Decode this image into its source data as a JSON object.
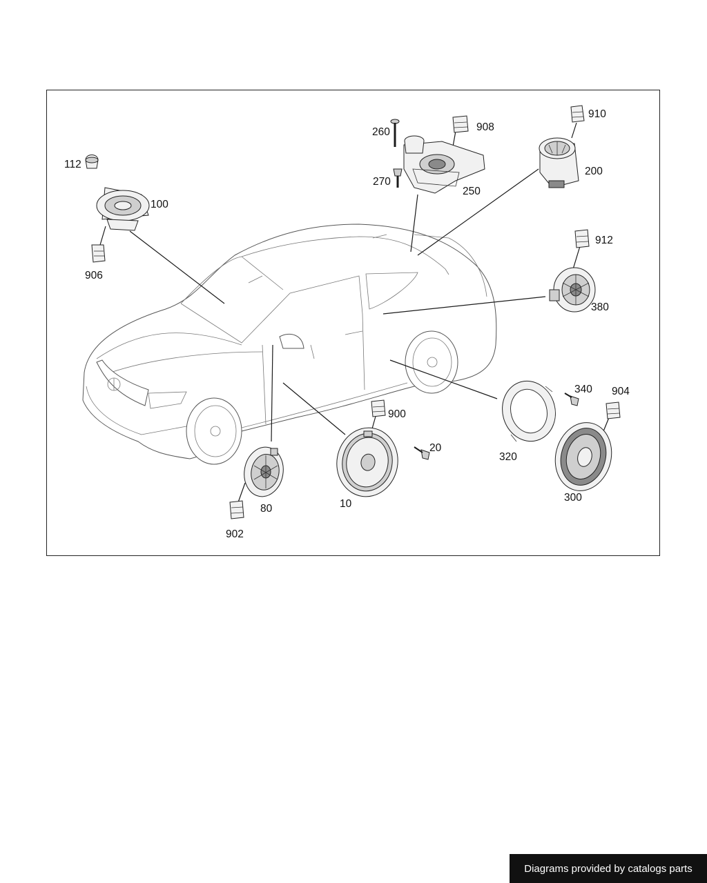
{
  "labels": {
    "p112": "112",
    "p100": "100",
    "p906": "906",
    "p260": "260",
    "p270": "270",
    "p908": "908",
    "p250": "250",
    "p910": "910",
    "p200": "200",
    "p912": "912",
    "p380": "380",
    "p340": "340",
    "p904": "904",
    "p320": "320",
    "p300": "300",
    "p900": "900",
    "p20": "20",
    "p10": "10",
    "p80": "80",
    "p902": "902"
  },
  "footer": {
    "credit": "Diagrams provided by catalogs parts"
  }
}
